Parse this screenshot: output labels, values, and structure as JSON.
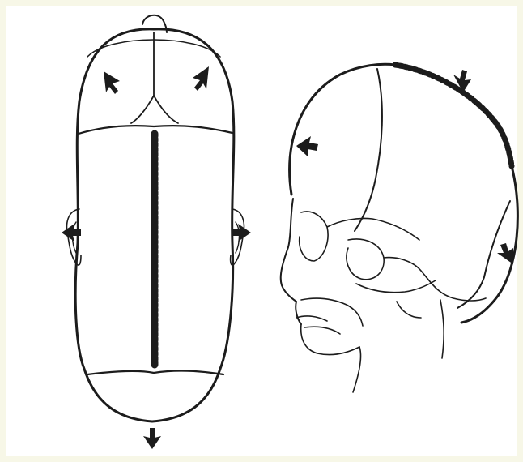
{
  "figure": {
    "views": [
      {
        "name": "superior-view",
        "arrow_count": 5
      },
      {
        "name": "lateral-view",
        "arrow_count": 3
      }
    ],
    "colors": {
      "background": "#f7f7e7",
      "panel": "#ffffff",
      "ink": "#1c1c1c"
    }
  }
}
